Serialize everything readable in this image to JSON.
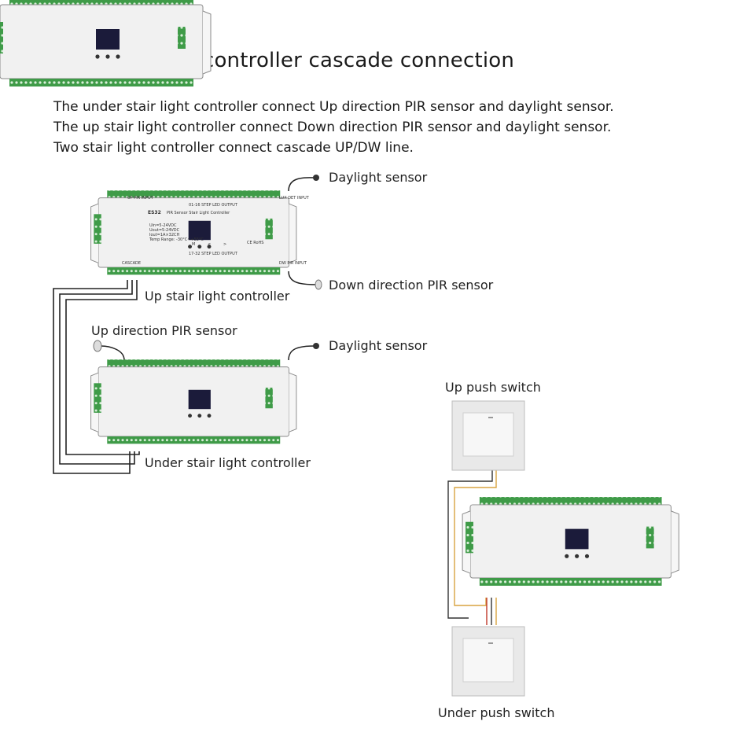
{
  "title": "Two stair light controller cascade connection",
  "description": [
    "The under stair light controller connect Up direction PIR sensor and daylight sensor.",
    "The up stair light controller connect Down direction PIR sensor and daylight sensor.",
    "Two stair light controller connect cascade UP/DW line."
  ],
  "labels": {
    "daylight_sensor": "Daylight sensor",
    "down_pir": "Down direction PIR sensor",
    "up_controller": "Up stair light controller",
    "up_pir": "Up direction PIR sensor",
    "under_controller": "Under stair light controller",
    "up_switch": "Up push switch",
    "under_switch": "Under push switch"
  },
  "controller": {
    "model": "ES32",
    "name": "PIR Sensor Stair Light Controller",
    "top_output": "01-16 STEP LED OUTPUT",
    "bottom_output": "17-32 STEP LED OUTPUT",
    "up_pir_port": "UP PIR INPUT",
    "lux_port": "LUX DET INPUT",
    "dw_pir_port": "DW PIR INPUT",
    "cascade_port": "CASCADE",
    "spec_1": "Uin=5-24VDC",
    "spec_2": "Uout=5-24VDC",
    "spec_3": "Iout=1A×32CH",
    "spec_4": "Temp Range: -30°C~+55°C",
    "buttons": [
      "M",
      "<",
      ">"
    ],
    "marks": "CE RoHS"
  }
}
